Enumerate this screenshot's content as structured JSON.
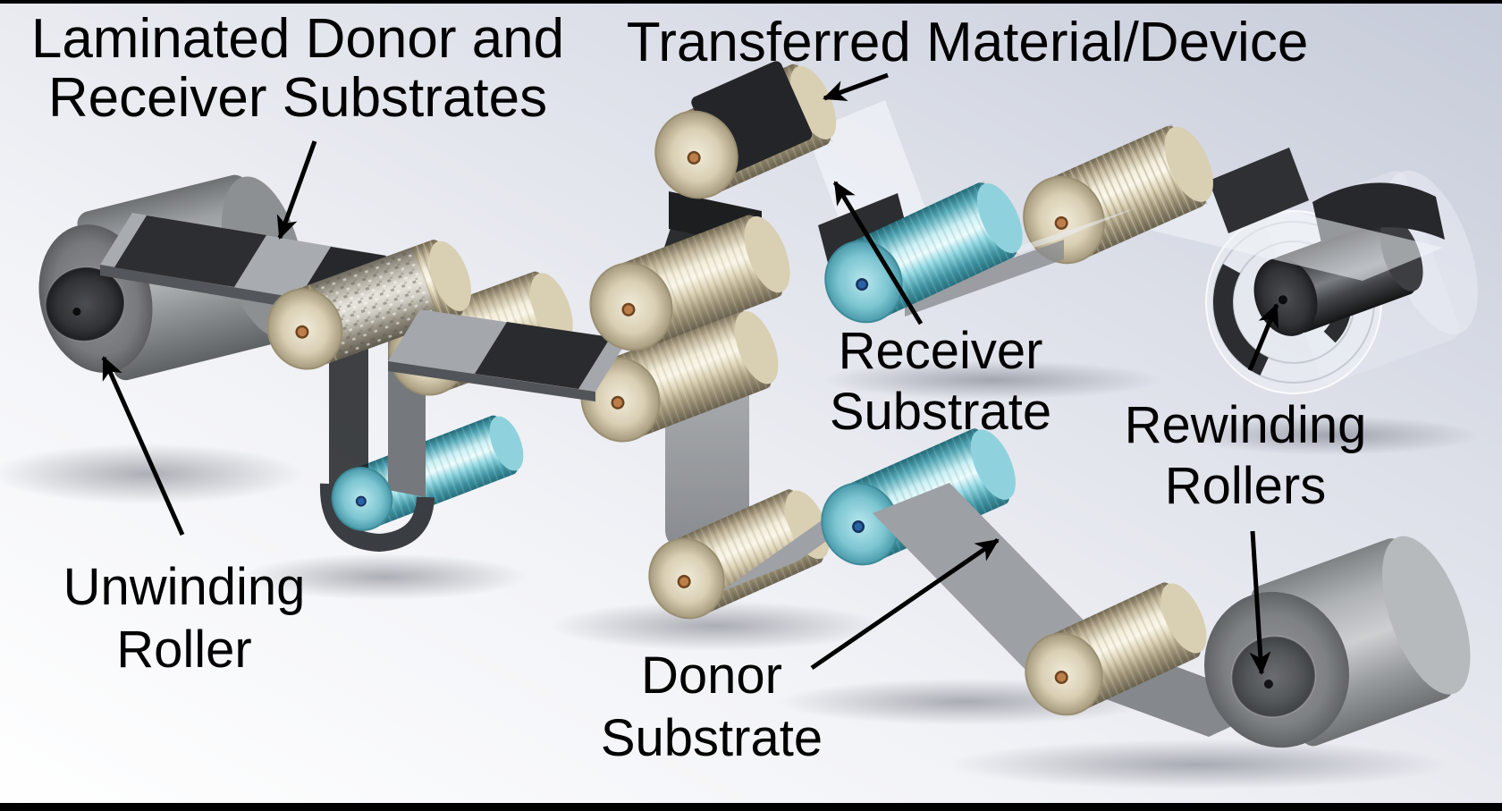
{
  "figure": {
    "type": "3D rendered roll-to-roll transfer printing process diagram",
    "frame": {
      "top_bar_color": "#000000",
      "bottom_bar_color": "#000000"
    }
  },
  "labels": {
    "laminated_substrates": {
      "lines": [
        "Laminated Donor and",
        "Receiver Substrates"
      ]
    },
    "transferred_material": {
      "lines": [
        "Transferred Material/Device"
      ]
    },
    "receiver_substrate": {
      "lines": [
        "Receiver",
        "Substrate"
      ]
    },
    "rewinding_rollers": {
      "lines": [
        "Rewinding",
        "Rollers"
      ]
    },
    "unwinding_roller": {
      "lines": [
        "Unwinding",
        "Roller"
      ]
    },
    "donor_substrate": {
      "lines": [
        "Donor",
        "Substrate"
      ]
    }
  },
  "colors": {
    "background_top_right": "#c6cbd9",
    "background_bottom_left": "#ffffff",
    "text": "#000000",
    "arrow": "#000000",
    "web_gray": "#a4a7ab",
    "device_patch_black": "#2a2c2f",
    "roller_brass_highlight": "#f7f3e2",
    "roller_brass_shadow": "#6b6350",
    "roller_cyan_highlight": "#d8f4f8",
    "roller_cyan_shadow": "#2e7d8c",
    "drum_gray": "#aeb1b4",
    "core_dark": "#2a2b2e",
    "transparent_film": "rgba(255,255,255,0.45)",
    "pin_copper": "#bc7f49",
    "pin_blue": "#2a62a8"
  },
  "components": [
    {
      "id": "unwinding-roller",
      "description": "wound roll feeding the laminated web"
    },
    {
      "id": "laminated-web",
      "description": "gray web with black device patches"
    },
    {
      "id": "lamination-roller",
      "description": "speckled steel roller, station 1"
    },
    {
      "id": "cyan-tension-rollers",
      "description": "bright cyan metallic rollers"
    },
    {
      "id": "brass-guide-rollers",
      "description": "grooved brass guide rollers"
    },
    {
      "id": "delamination-roller",
      "description": "peak roller where webs separate"
    },
    {
      "id": "receiver-film",
      "description": "transparent receiver substrate with devices"
    },
    {
      "id": "receiver-rewind-roller",
      "description": "transparent film rewind roll with dark core"
    },
    {
      "id": "donor-web",
      "description": "bare gray donor substrate web"
    },
    {
      "id": "donor-rewind-roller",
      "description": "gray drum rewinding the donor web"
    }
  ]
}
